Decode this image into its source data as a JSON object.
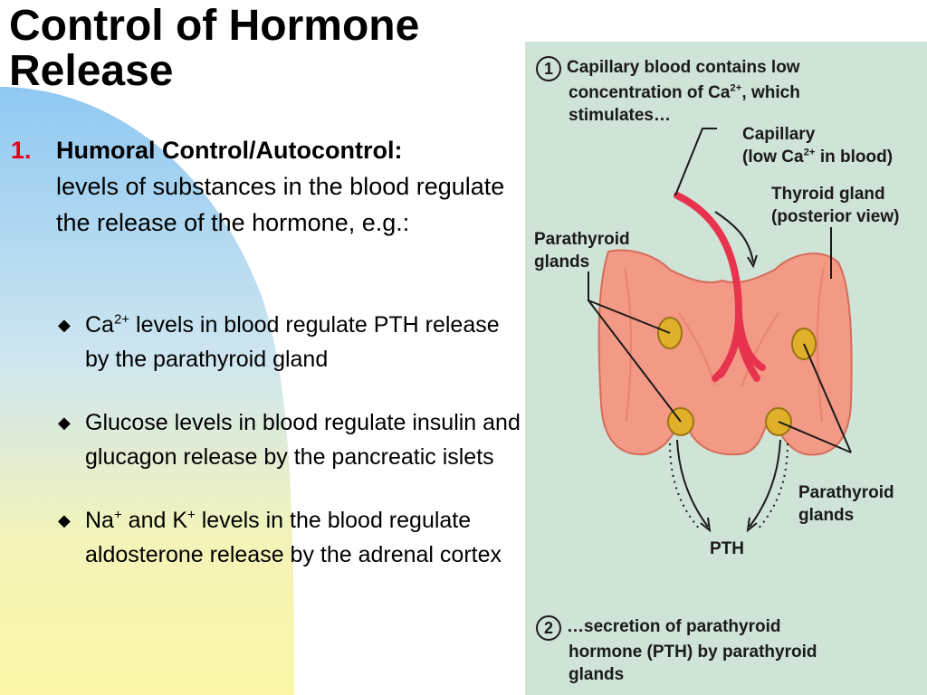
{
  "slide": {
    "title_line1": "Control of Hormone",
    "title_line2": "Release",
    "point": {
      "number": "1.",
      "heading": "Humoral Control/Autocontrol:",
      "text": "levels of substances in the blood regulate the release of the hormone, e.g.:"
    },
    "bullets": [
      {
        "pre": "Ca",
        "sup": "2+",
        "post": " levels in blood regulate PTH release by the parathyroid gland"
      },
      {
        "pre": "Glucose levels in blood regulate insulin and glucagon release by the pancreatic islets"
      },
      {
        "pre": "Na",
        "sup": "+",
        "mid": " and K",
        "sup2": "+",
        "post": " levels in the blood regulate aldosterone release by the adrenal cortex"
      }
    ]
  },
  "figure": {
    "step1_number": "1",
    "step1_line1": "Capillary blood contains low",
    "step1_line2_pre": "concentration of Ca",
    "step1_line2_sup": "2+",
    "step1_line2_post": ", which",
    "step1_line3": "stimulates…",
    "capillary_line1": "Capillary",
    "capillary_line2_pre": "(low Ca",
    "capillary_line2_sup": "2+",
    "capillary_line2_post": " in blood)",
    "thyroid_line1": "Thyroid gland",
    "thyroid_line2": "(posterior view)",
    "parathyroid_left_line1": "Parathyroid",
    "parathyroid_left_line2": "glands",
    "parathyroid_right_line1": "Parathyroid",
    "parathyroid_right_line2": "glands",
    "pth_label": "PTH",
    "step2_number": "2",
    "step2_line1": "…secretion of parathyroid",
    "step2_line2": "hormone (PTH) by parathyroid",
    "step2_line3": "glands"
  },
  "colors": {
    "blue_arc": "#8fc8f2",
    "yellow_bg": "#fbf6a6",
    "figure_bg": "#cfe3d6",
    "number_red": "#e3001b",
    "gland": "#f39a86",
    "capillary": "#e8334f",
    "parathyroid": "#e0b02a"
  }
}
